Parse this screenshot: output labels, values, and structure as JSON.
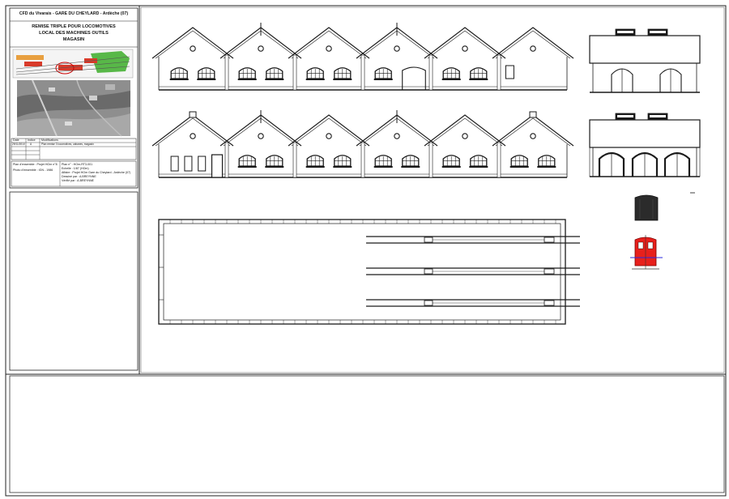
{
  "title_block": {
    "title": "CFD du Vivarais - GARE DU CHEYLARD - Ardèche (07)",
    "subtitle_lines": [
      "REMISE TRIPLE POUR LOCOMOTIVES",
      "LOCAL DES MACHINES OUTILS",
      "MAGASIN"
    ],
    "revision_table": {
      "headers": [
        "Date",
        "Indice",
        "Modifications"
      ],
      "rows": [
        [
          "29/11/2010",
          "A",
          "Plan remise 3 locomotives, cabanes, magasin"
        ]
      ]
    },
    "drawing_info": {
      "left": [
        "Plan d'ensemble : Projet HOm n°8",
        "Photo d'ensemble : IGN - 1986"
      ],
      "right": [
        "Plan n° : HOm-RT3-001",
        "Echelle : 1/87 (HOm)",
        "Affaire : Projet HOm Gare du Cheylard - Ardèche (07)",
        "Dessiné par : A.BREYNNE",
        "Vérifié par : A.BREYNNE"
      ]
    }
  },
  "colors": {
    "line": "#1a1a1a",
    "loco_red": "#e8201c",
    "loco_blue": "#2a2ae0",
    "map_red": "#d83a2a",
    "map_green": "#58b848",
    "map_orange": "#e8a040"
  },
  "drawing": {
    "elevation_bays": 6,
    "track_count": 3
  }
}
